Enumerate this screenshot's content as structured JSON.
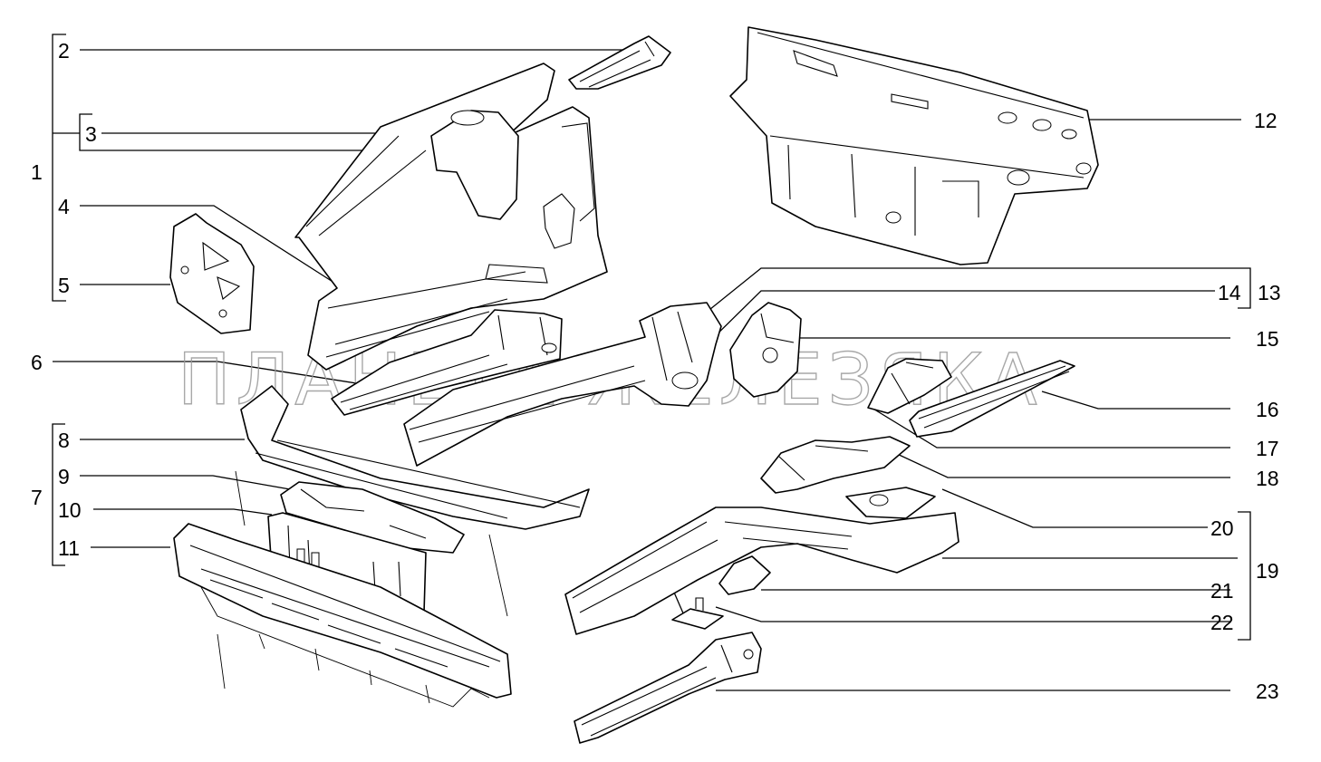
{
  "callouts": {
    "c1": "1",
    "c2": "2",
    "c3": "3",
    "c4": "4",
    "c5": "5",
    "c6": "6",
    "c7": "7",
    "c8": "8",
    "c9": "9",
    "c10": "10",
    "c11": "11",
    "c12": "12",
    "c13": "13",
    "c14": "14",
    "c15": "15",
    "c16": "16",
    "c17": "17",
    "c18": "18",
    "c19": "19",
    "c20": "20",
    "c21": "21",
    "c22": "22",
    "c23": "23"
  },
  "watermark": "ПЛАНЕТА ЖЕЛЕЗЯКА",
  "colors": {
    "ink": "#000000",
    "paper": "#ffffff",
    "watermark": "#9a9a9a"
  }
}
